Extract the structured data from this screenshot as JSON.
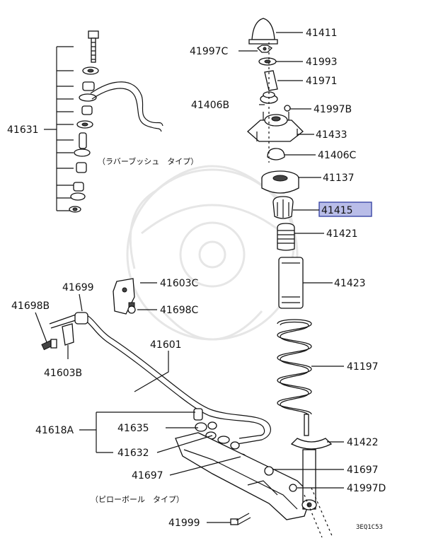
{
  "labels": {
    "p41411": "41411",
    "p41997C": "41997C",
    "p41993": "41993",
    "p41971": "41971",
    "p41406B": "41406B",
    "p41997B": "41997B",
    "p41433": "41433",
    "p41406C": "41406C",
    "p41137": "41137",
    "p41415": "41415",
    "p41421": "41421",
    "p41423": "41423",
    "p41197": "41197",
    "p41422": "41422",
    "p41697_r": "41697",
    "p41997D": "41997D",
    "p41631": "41631",
    "p41699": "41699",
    "p41698B": "41698B",
    "p41603C": "41603C",
    "p41698C": "41698C",
    "p41601": "41601",
    "p41603B": "41603B",
    "p41618A": "41618A",
    "p41635": "41635",
    "p41632": "41632",
    "p41697_l": "41697",
    "p41999": "41999"
  },
  "notes": {
    "rubber_bush_type": "（ラバーブッシュ　タイプ）",
    "pillow_ball_type": "（ピローボール　タイプ）"
  },
  "diagram_code": "3EQ1C53",
  "highlight": {
    "part": "41415",
    "color": "#b9bde8"
  }
}
